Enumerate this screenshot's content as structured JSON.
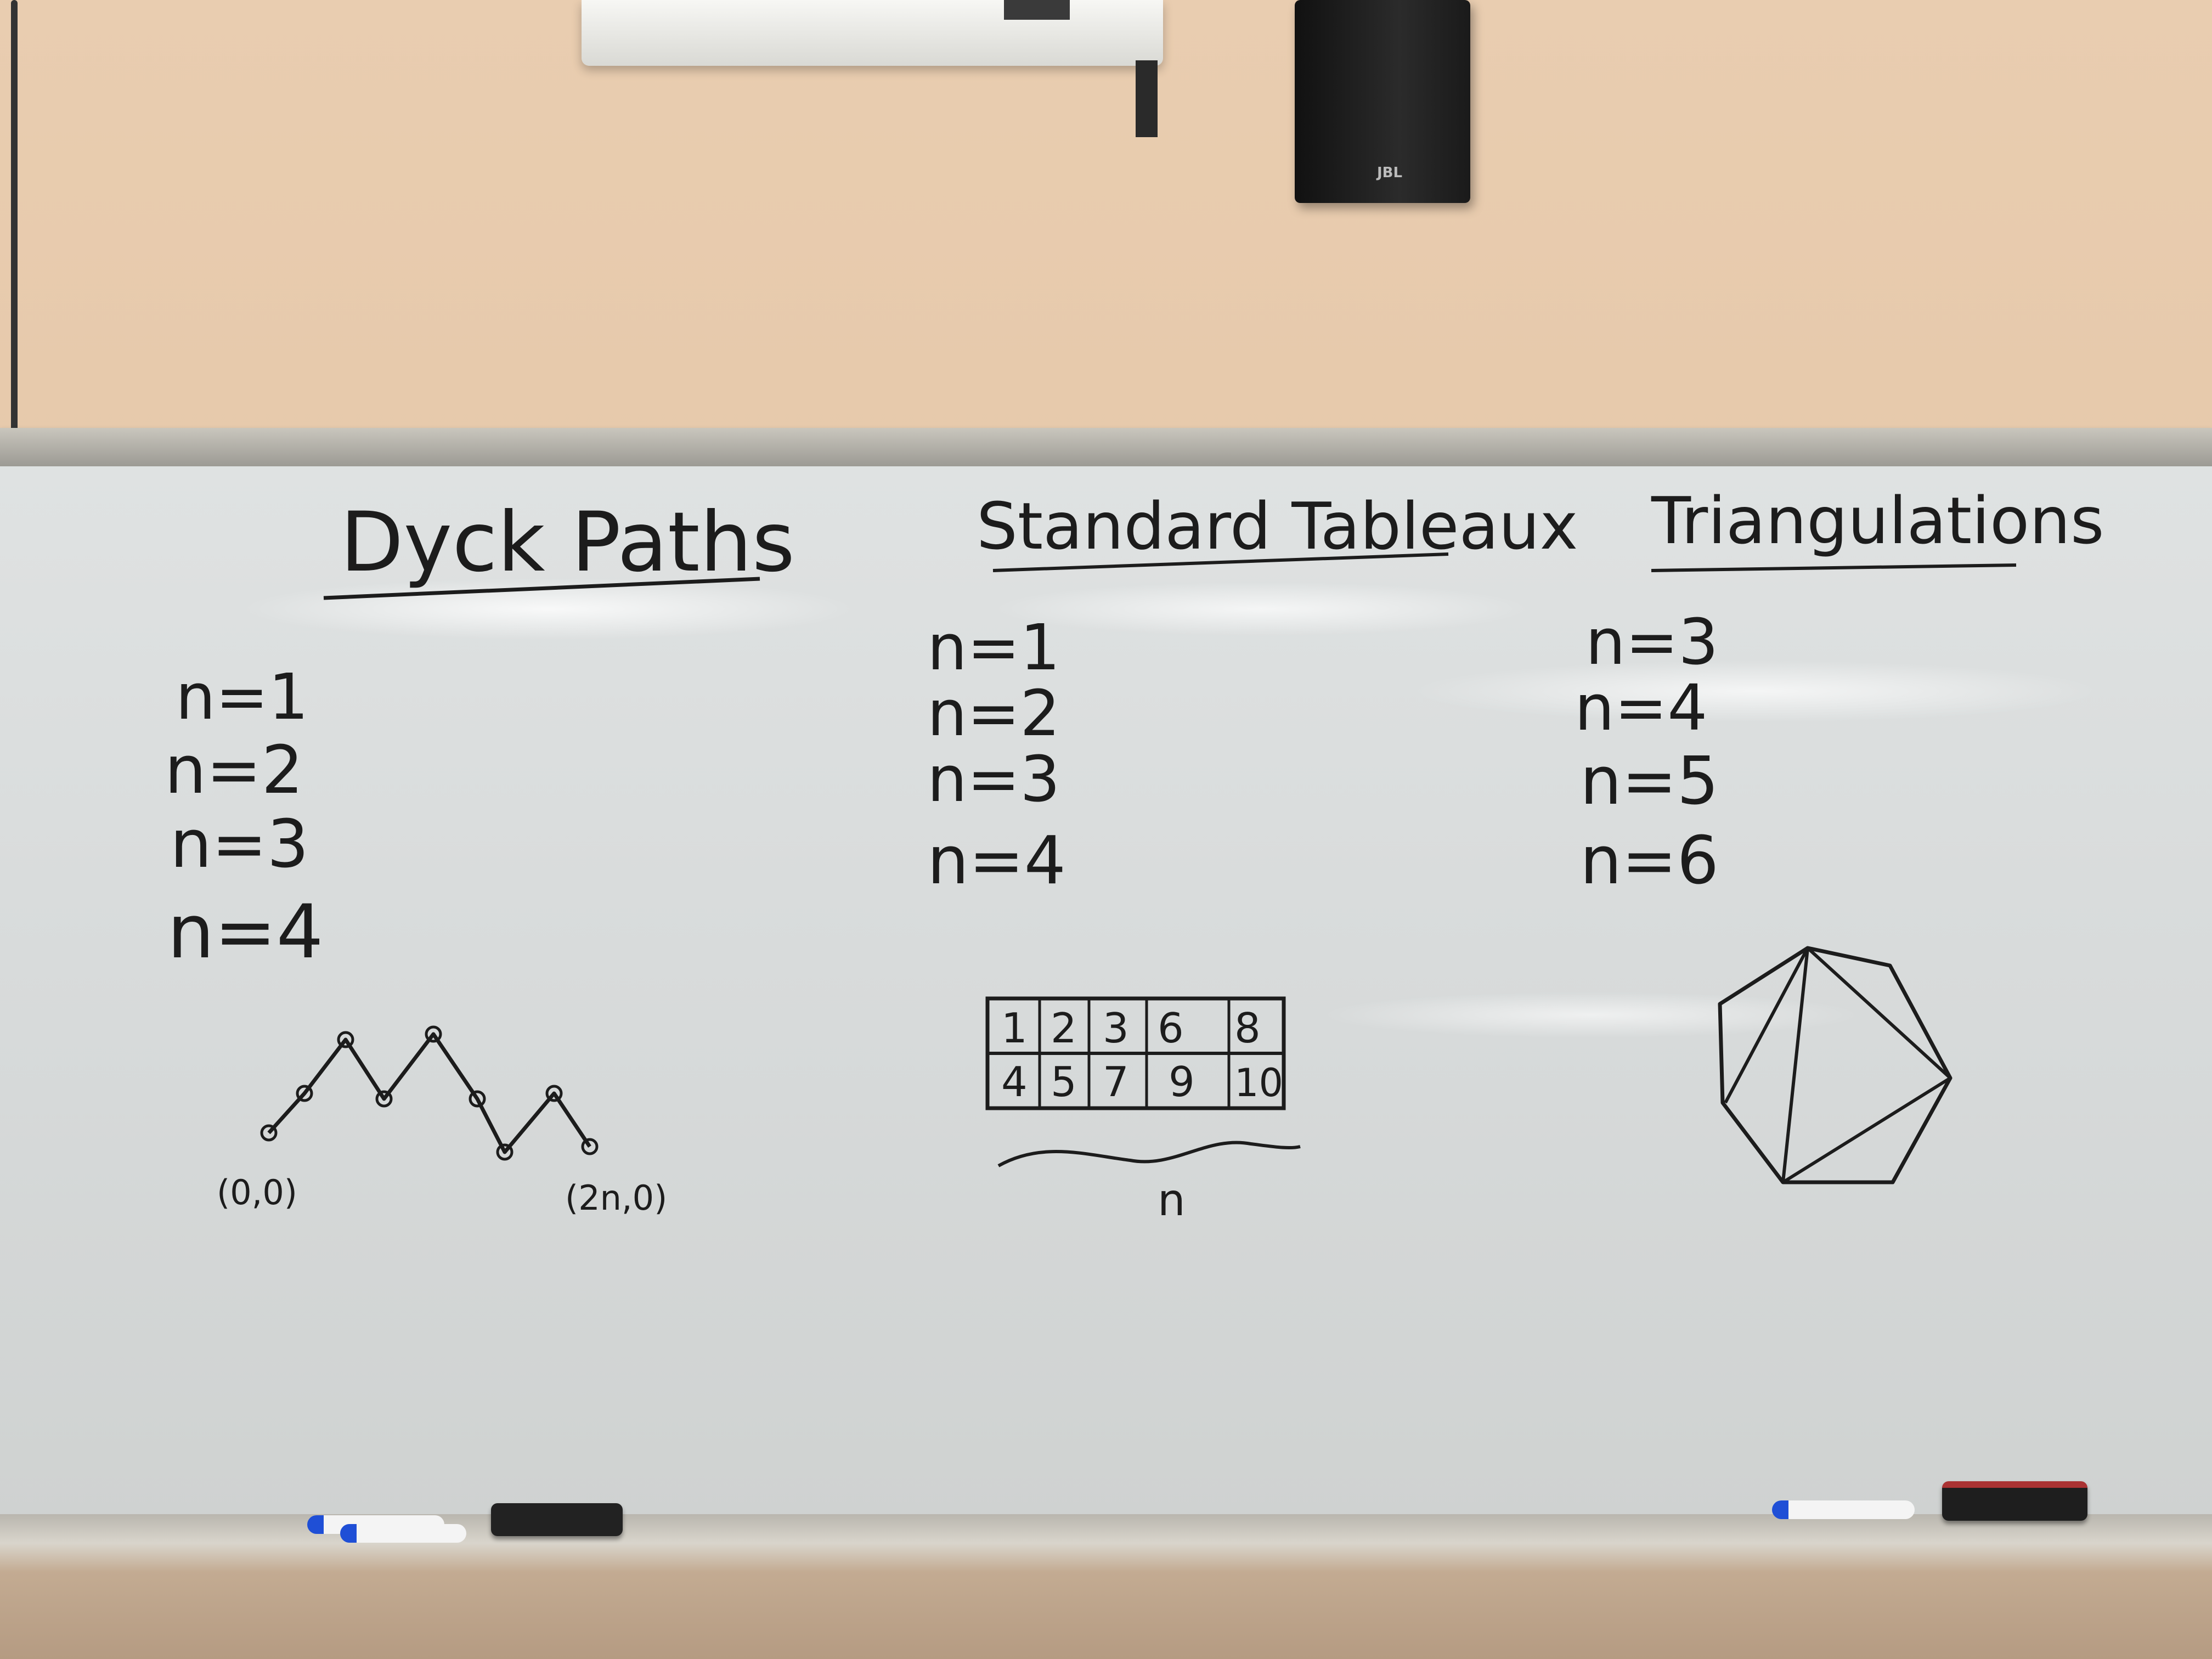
{
  "headings": {
    "dyck": "Dyck Paths",
    "tableaux": "Standard Tableaux",
    "triangulations": "Triangulations"
  },
  "dyck_list": [
    "n=1",
    "n=2",
    "n=3",
    "n=4"
  ],
  "tableaux_list": [
    "n=1",
    "n=2",
    "n=3",
    "n=4"
  ],
  "triangulations_list": [
    "n=3",
    "n=4",
    "n=5",
    "n=6"
  ],
  "dyck_labels": {
    "start": "(0,0)",
    "end": "(2n,0)"
  },
  "tableau": {
    "row1": [
      "1",
      "2",
      "3",
      "6",
      "8"
    ],
    "row2": [
      "4",
      "5",
      "7",
      "9",
      "10"
    ],
    "brace_label": "n"
  },
  "speaker_logo": "JBL",
  "colors": {
    "ink": "#1c1c1c",
    "board": "#d9dcdc",
    "wall": "#e6c9ab",
    "marker_blue": "#1f4fd6"
  }
}
